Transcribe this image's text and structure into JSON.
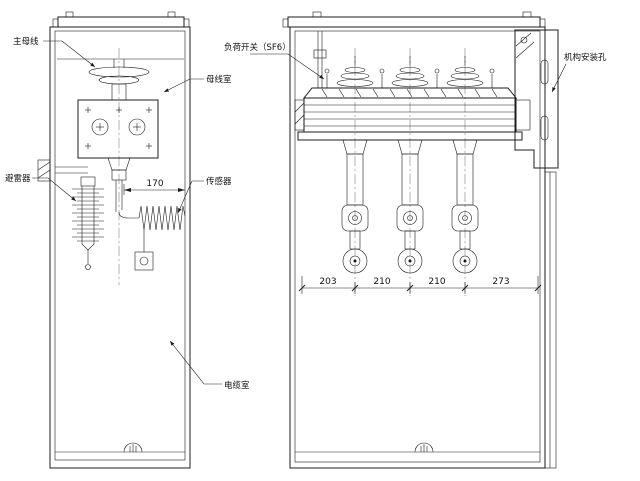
{
  "colors": {
    "line": "#1c1c1c",
    "background": "#ffffff"
  },
  "labels": {
    "main_busbar": "主母线",
    "busbar_compartment": "母线室",
    "load_switch_sf6": "负荷开关（SF6）",
    "arrester": "避雷器",
    "sensor": "传感器",
    "cable_compartment": "电缆室",
    "mechanism_mounting_holes": "机构安装孔"
  },
  "dimensions": {
    "coil_length": "170",
    "span_1": "203",
    "span_2": "210",
    "span_3": "210",
    "span_4": "273"
  }
}
